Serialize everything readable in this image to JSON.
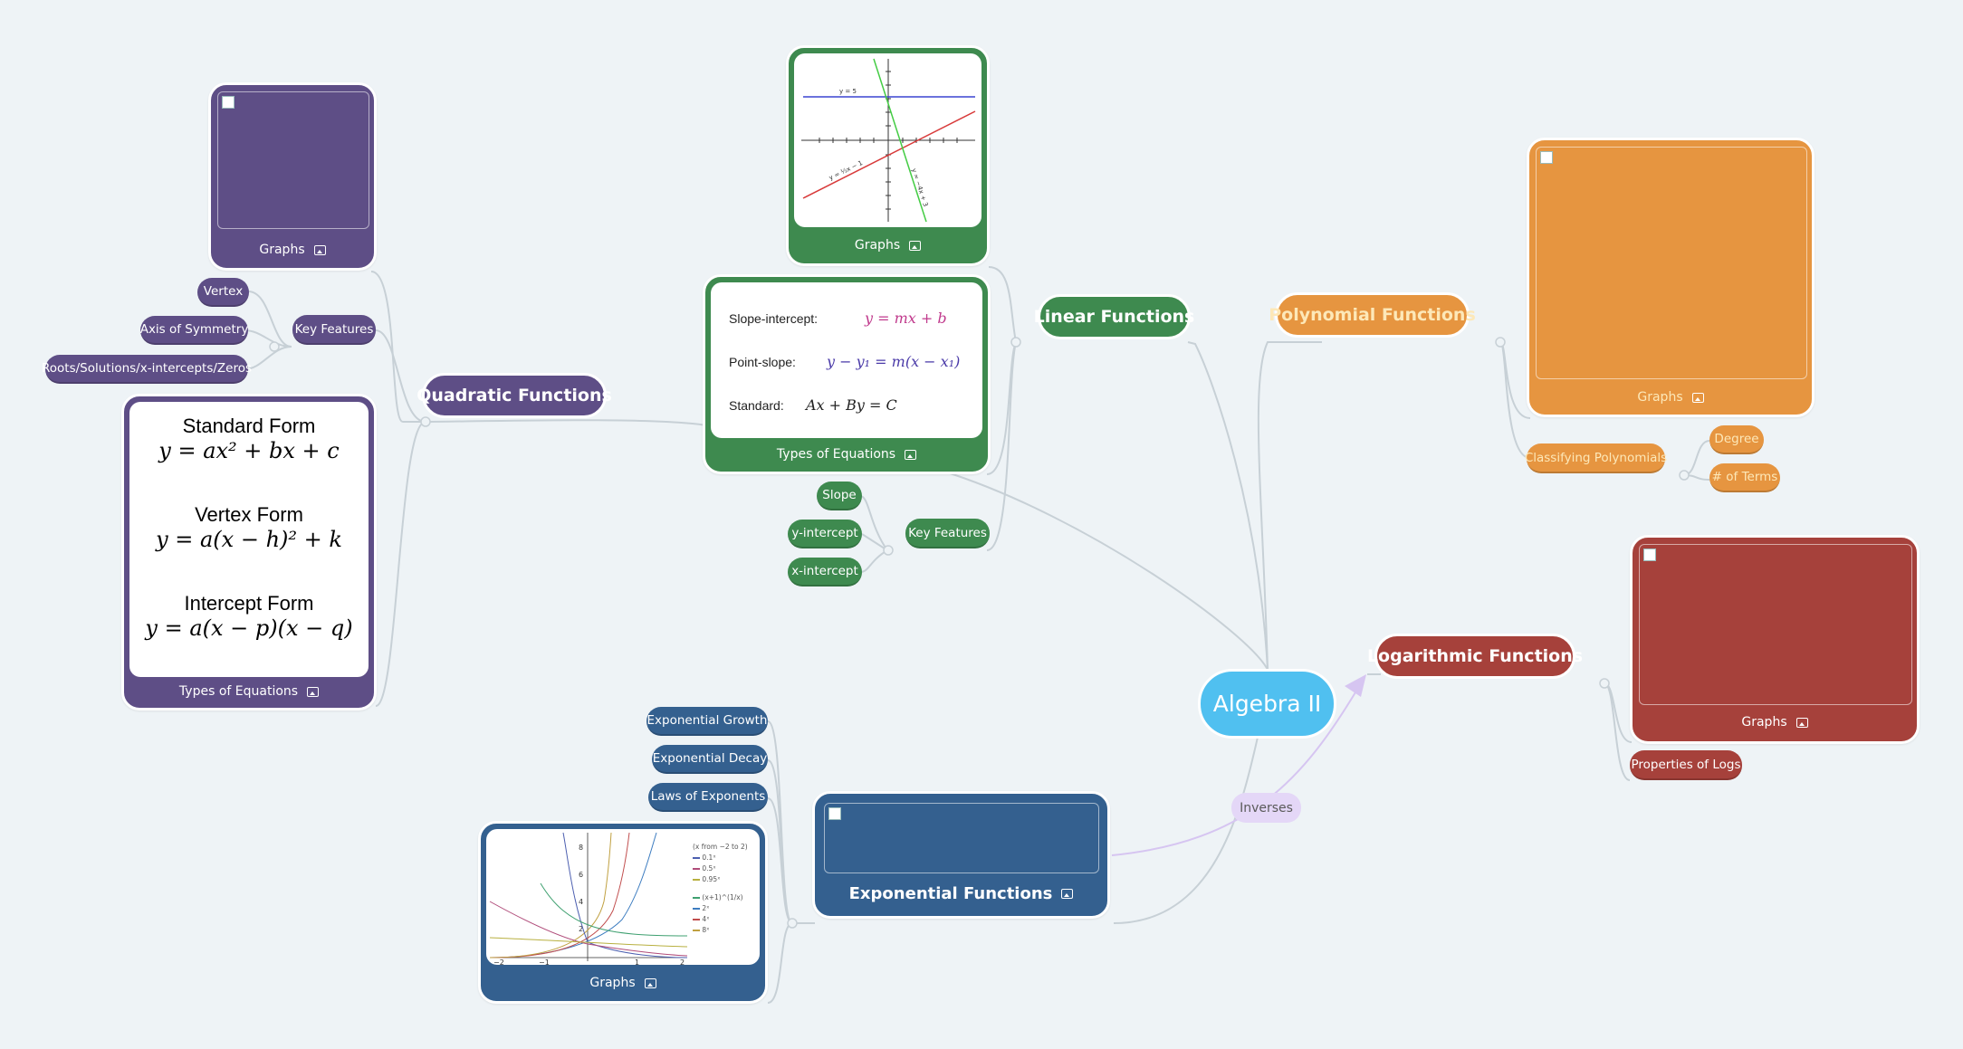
{
  "colors": {
    "background": "#eef3f6",
    "central": "#50c0f0",
    "quadratic": "#5e4e86",
    "linear": "#3e8a4f",
    "polynomial": "#e69540",
    "polynomial_text": "#fde8b8",
    "logarithmic": "#a6413b",
    "exponential": "#34608f",
    "inverses": "#e4d7f7",
    "link": "#c7d0d6",
    "inverse_link": "#d6c5f1"
  },
  "central": {
    "label": "Algebra II"
  },
  "inverses": {
    "label": "Inverses"
  },
  "linear": {
    "label": "Linear Functions",
    "graphs_caption": "Graphs",
    "graph_labels": {
      "blue": "y = 5",
      "red": "y = ½x − 1",
      "green": "y = −4x + 3"
    },
    "equations_caption": "Types of Equations",
    "equations": [
      {
        "name": "Slope-intercept:",
        "formula": "y = mx + b"
      },
      {
        "name": "Point-slope:",
        "formula": "y − y₁ = m(x − x₁)"
      },
      {
        "name": "Standard:",
        "formula": "Ax + By = C"
      }
    ],
    "key_features": {
      "label": "Key Features",
      "items": [
        "Slope",
        "y-intercept",
        "x-intercept"
      ]
    }
  },
  "quadratic": {
    "label": "Quadratic Functions",
    "graphs_caption": "Graphs",
    "key_features": {
      "label": "Key Features",
      "items": [
        "Vertex",
        "Axis of Symmetry",
        "Roots/Solutions/x-intercepts/Zeros"
      ]
    },
    "forms_caption": "Types of Equations",
    "forms": [
      {
        "title": "Standard Form",
        "formula": "y = ax² + bx + c"
      },
      {
        "title": "Vertex Form",
        "formula": "y = a(x − h)² + k"
      },
      {
        "title": "Intercept Form",
        "formula": "y = a(x − p)(x − q)"
      }
    ]
  },
  "polynomial": {
    "label": "Polynomial Functions",
    "graphs_caption": "Graphs",
    "classifying": {
      "label": "Classifying Polynomials",
      "items": [
        "Degree",
        "# of Terms"
      ]
    }
  },
  "logarithmic": {
    "label": "Logarithmic Functions",
    "graphs_caption": "Graphs",
    "properties": "Properties of Logs"
  },
  "exponential": {
    "label": "Exponential Functions",
    "items": [
      "Exponential Growth",
      "Exponential Decay",
      "Laws of Exponents"
    ],
    "graphs_caption": "Graphs",
    "legend_header": "(x from −2 to 2)",
    "legend": [
      {
        "label": "0.1ˣ",
        "color": "#4c5fb0"
      },
      {
        "label": "0.5ˣ",
        "color": "#b04c7a"
      },
      {
        "label": "0.95ˣ",
        "color": "#b8b040"
      },
      {
        "label": "(x+1)^(1/x)",
        "color": "#3fa070"
      },
      {
        "label": "2ˣ",
        "color": "#3c7cc0"
      },
      {
        "label": "4ˣ",
        "color": "#c04c4c"
      },
      {
        "label": "8ˣ",
        "color": "#c0a040"
      }
    ],
    "x_ticks": [
      "−2",
      "−1",
      "1",
      "2"
    ],
    "y_ticks": [
      "2",
      "4",
      "6",
      "8"
    ]
  }
}
